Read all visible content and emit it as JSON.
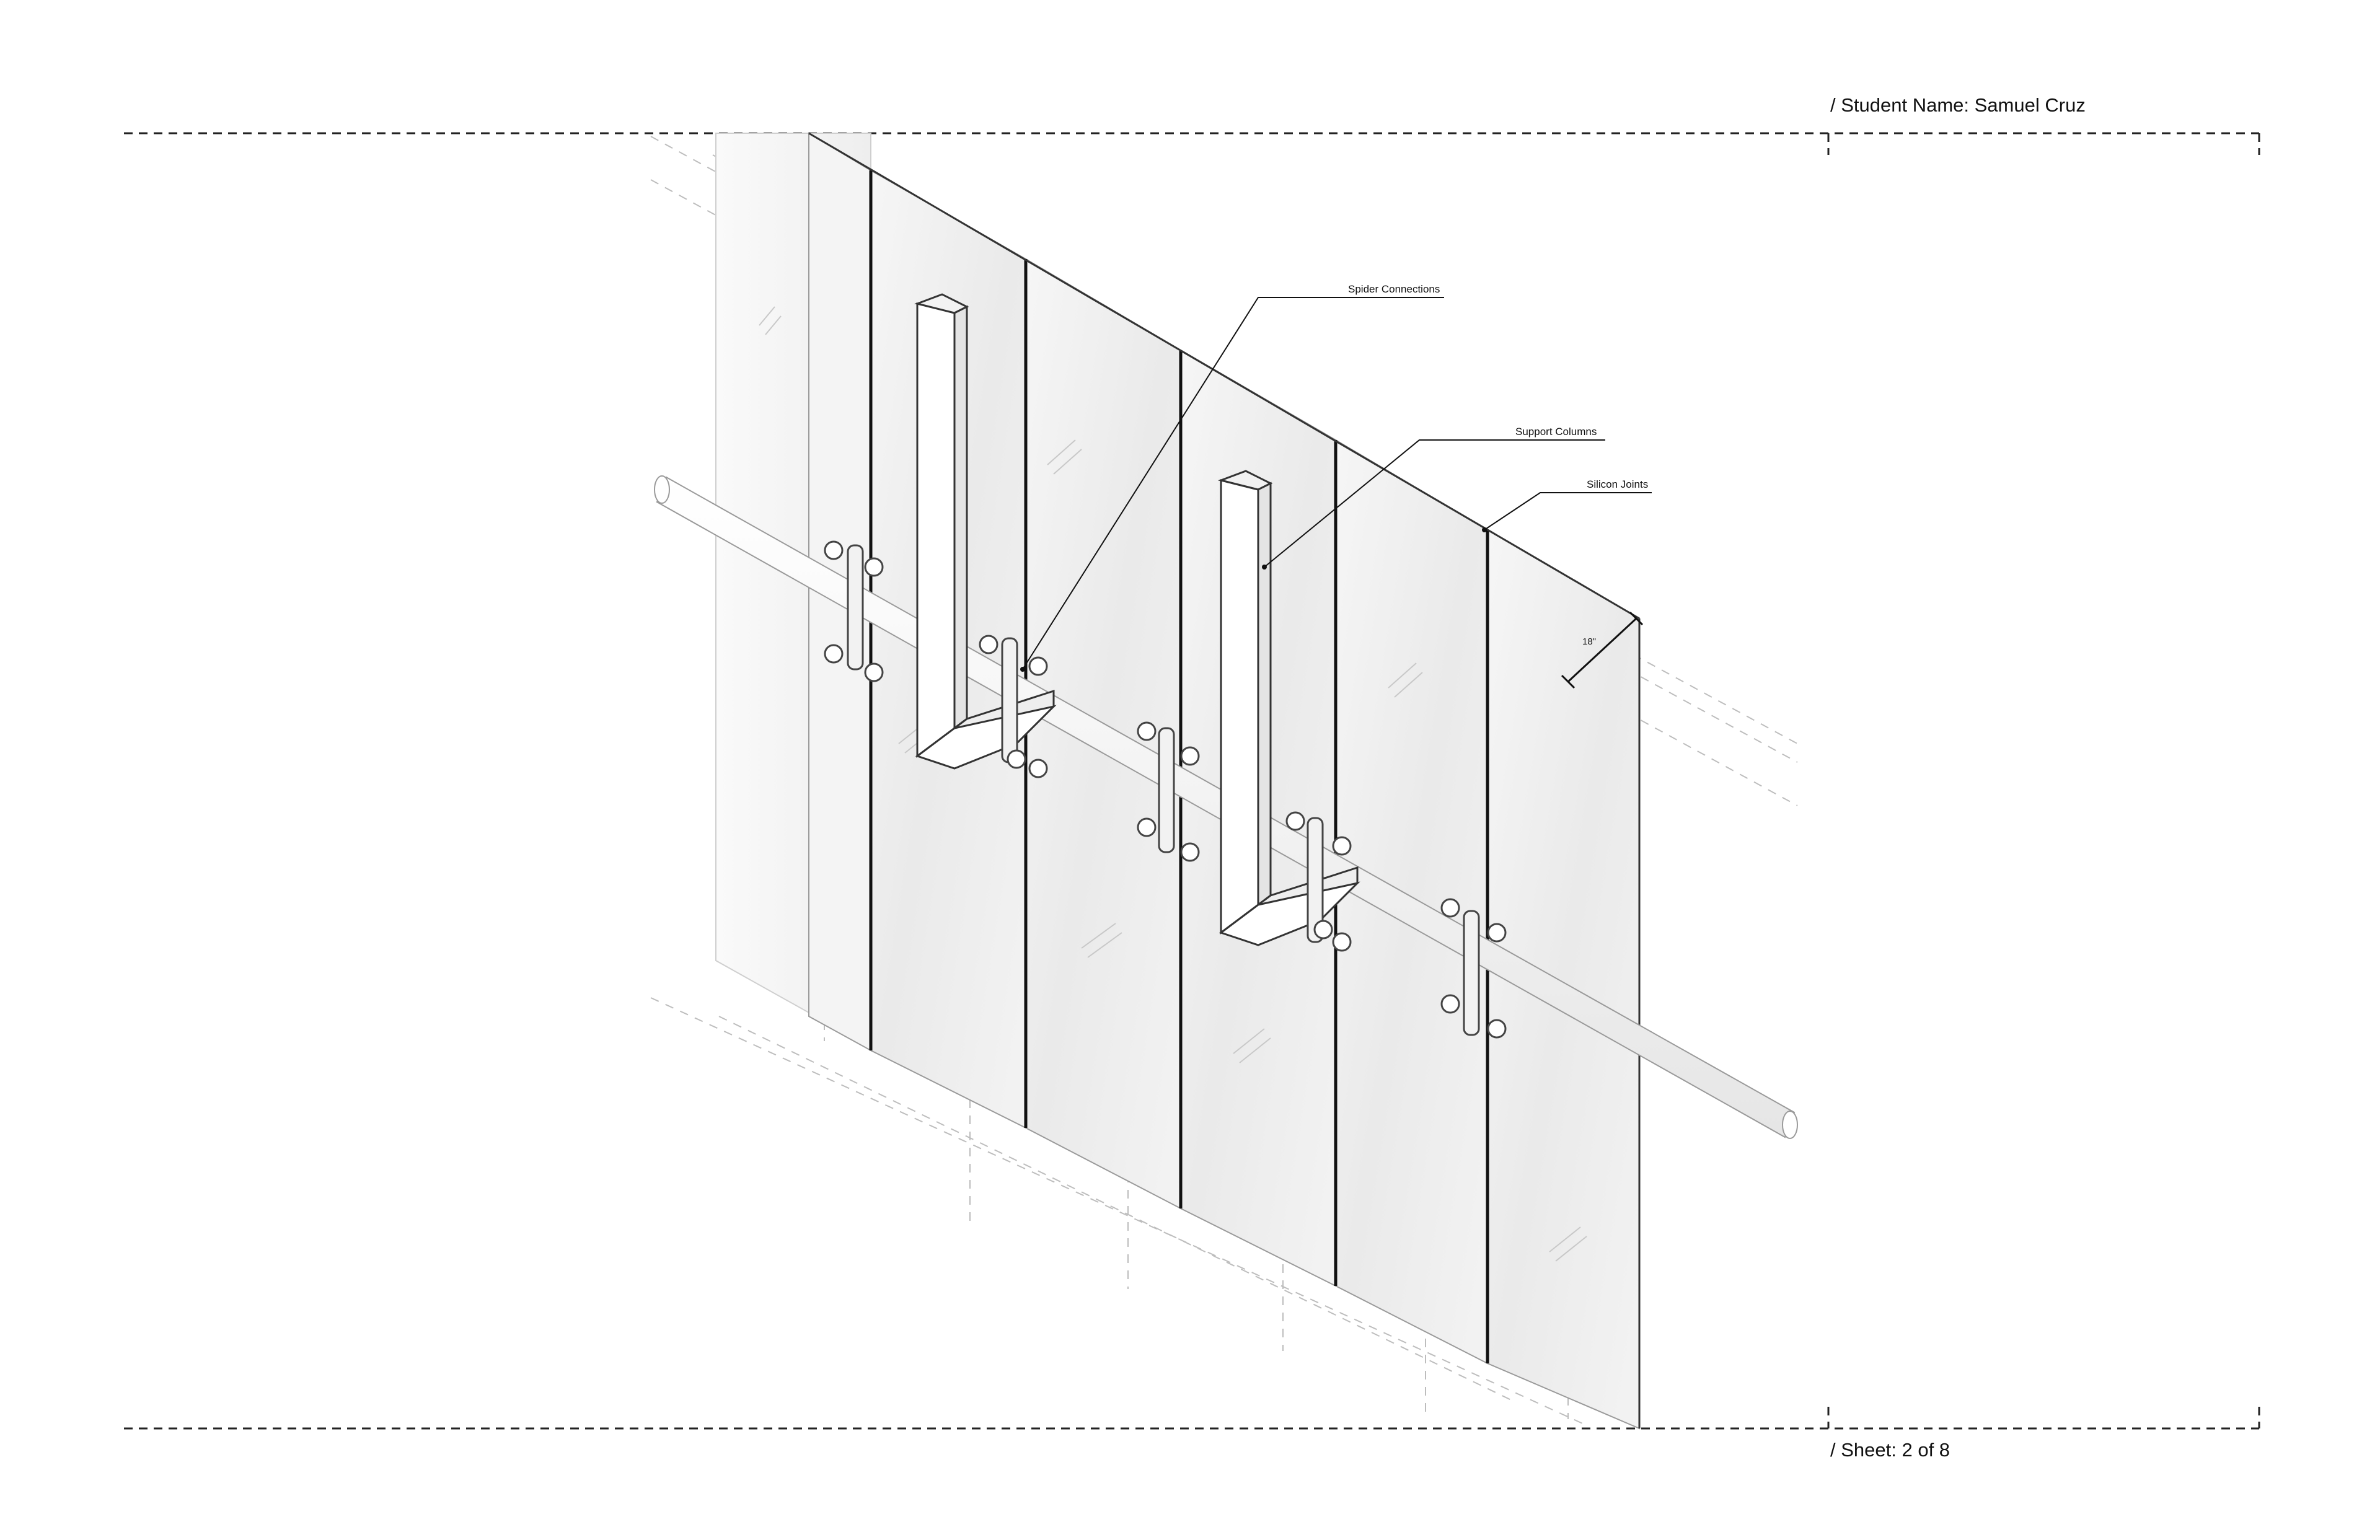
{
  "title_block": {
    "student_prefix": "/ Student Name:",
    "student_name": "Samuel Cruz",
    "sheet_prefix": "/ Sheet:",
    "sheet_value": "2 of 8"
  },
  "callouts": {
    "spider": "Spider Connections",
    "columns": "Support Columns",
    "joints": "Silicon Joints"
  },
  "dimension": "18\""
}
